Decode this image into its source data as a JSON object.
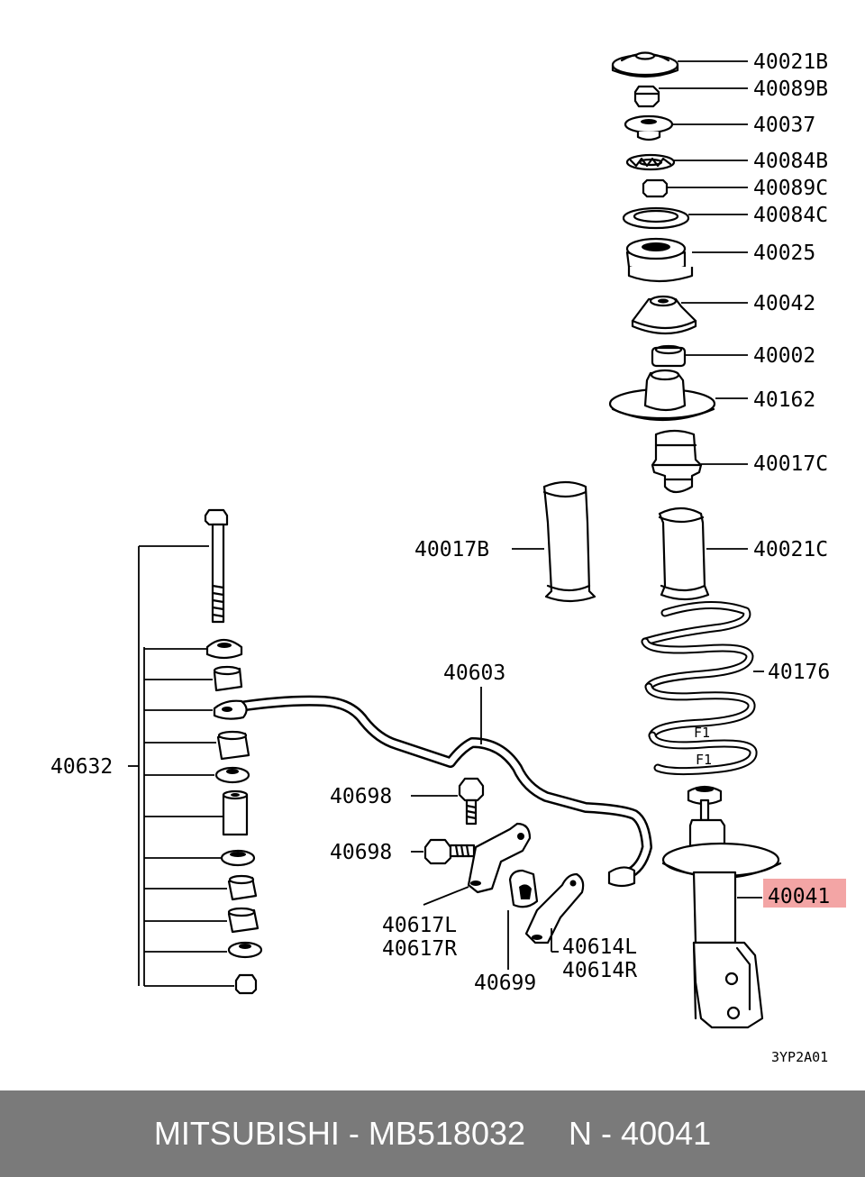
{
  "diagram": {
    "ref_code": "3YP2A01",
    "highlight_color": "#f3a5a5",
    "labels": {
      "p40021B": "40021B",
      "p40089B": "40089B",
      "p40037": "40037",
      "p40084B": "40084B",
      "p40089C": "40089C",
      "p40084C": "40084C",
      "p40025": "40025",
      "p40042": "40042",
      "p40002": "40002",
      "p40162": "40162",
      "p40017C": "40017C",
      "p40017B": "40017B",
      "p40021C": "40021C",
      "p40176": "40176",
      "p40603": "40603",
      "p40632": "40632",
      "p40698a": "40698",
      "p40698b": "40698",
      "p40617L": "40617L",
      "p40617R": "40617R",
      "p40699": "40699",
      "p40614L": "40614L",
      "p40614R": "40614R",
      "p40041": "40041"
    },
    "spring_marks": [
      "F1",
      "F1"
    ]
  },
  "footer": {
    "brand": "MITSUBISHI",
    "separator": "-",
    "part_number": "MB518032",
    "position_prefix": "N",
    "position_separator": "-",
    "position_number": "40041"
  }
}
